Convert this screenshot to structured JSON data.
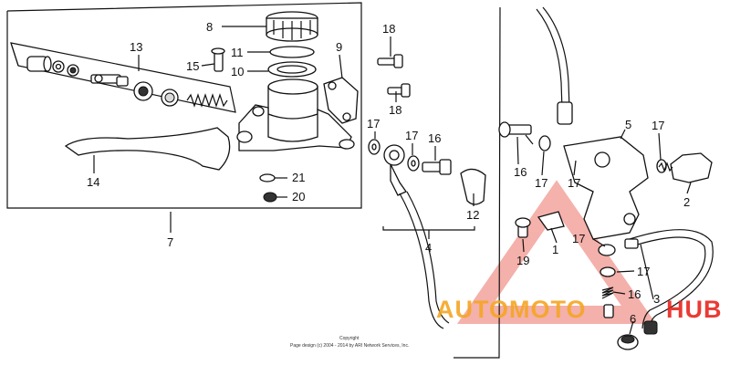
{
  "callouts": {
    "n1": "1",
    "n2": "2",
    "n3": "3",
    "n4": "4",
    "n5": "5",
    "n6": "6",
    "n7": "7",
    "n8": "8",
    "n9": "9",
    "n10": "10",
    "n11": "11",
    "n12": "12",
    "n13": "13",
    "n14": "14",
    "n15": "15",
    "n16": "16",
    "n17": "17",
    "n18": "18",
    "n19": "19",
    "n20": "20",
    "n21": "21"
  },
  "copyright": {
    "line1": "Copyright",
    "line2": "Page design (c) 2004 - 2014 by ARI Network Services, Inc."
  },
  "watermark": {
    "part1": "AUTOMOTO",
    "part2": "HUB",
    "color_orange": "#f5a623",
    "color_red": "#e8251f"
  }
}
